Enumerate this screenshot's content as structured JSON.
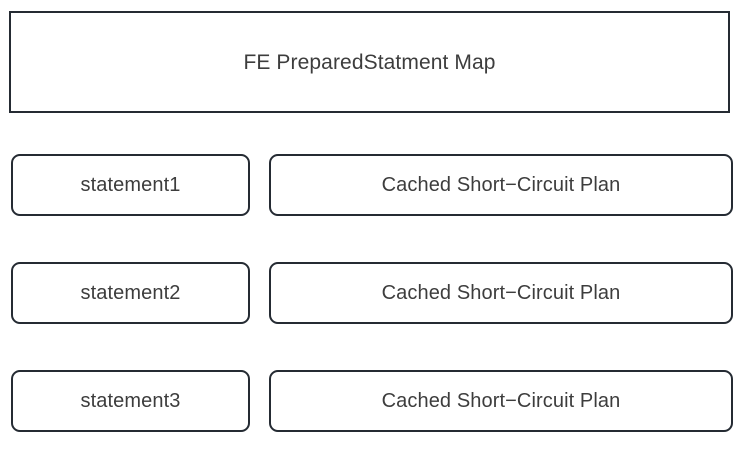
{
  "diagram": {
    "title_box": {
      "label": "FE PreparedStatment Map"
    },
    "entries": [
      {
        "key_label": "statement1",
        "value_label": "Cached Short−Circuit Plan"
      },
      {
        "key_label": "statement2",
        "value_label": "Cached Short−Circuit Plan"
      },
      {
        "key_label": "statement3",
        "value_label": "Cached Short−Circuit Plan"
      }
    ],
    "colors": {
      "border": "#252b33",
      "text": "#3d3d3d",
      "background": "#ffffff"
    }
  }
}
